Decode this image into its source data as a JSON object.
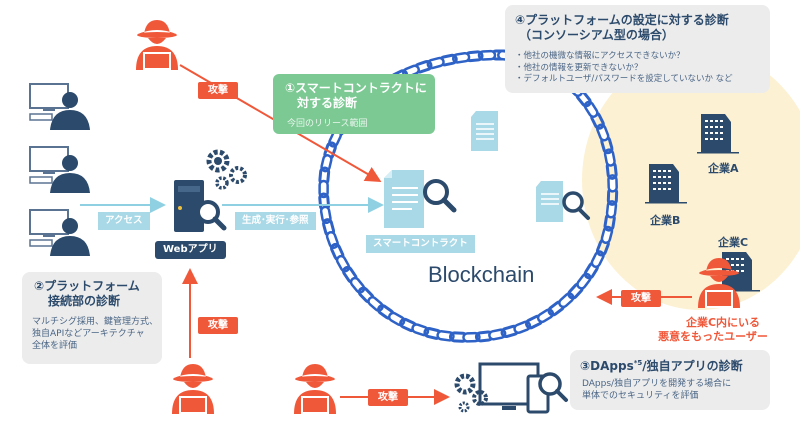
{
  "colors": {
    "navy": "#2c4a6b",
    "attack_red": "#f0583a",
    "flow_light_blue": "#8fd0e2",
    "chain_blue": "#2e62c6",
    "green_box": "#7cc993",
    "consortium_fill": "#fdf1d3",
    "box_gray": "#ececec"
  },
  "diagram": {
    "blockchain_label": "Blockchain",
    "webapp_label": "Webアプリ",
    "access_label": "アクセス",
    "generate_label": "生成･実行･参照",
    "smart_contract_label": "スマートコントラクト",
    "attack_label": "攻撃",
    "company_a": "企業A",
    "company_b": "企業B",
    "company_c": "企業C",
    "malicious_user_line1": "企業C内にいる",
    "malicious_user_line2": "悪意をもったユーザー"
  },
  "boxes": {
    "smart_contract": {
      "title_line1": "①スマートコントラクトに",
      "title_line2": "対する診断",
      "note": "今回のリリース範囲"
    },
    "platform_connection": {
      "title_line1": "②プラットフォーム",
      "title_line2": "接続部の診断",
      "body_line1": "マルチシグ採用、鍵管理方式、",
      "body_line2": "独自APIなどアーキテクチャ",
      "body_line3": "全体を評価"
    },
    "dapps": {
      "title": "③DApps",
      "title_sup": "*5",
      "title_rest": "/独自アプリの診断",
      "body_line1": "DApps/独自アプリを開発する場合に",
      "body_line2": "単体でのセキュリティを評価"
    },
    "platform_settings": {
      "title_line1": "④プラットフォームの設定に対する診断",
      "title_line2": "（コンソーシアム型の場合）",
      "items": [
        "・他社の機微な情報にアクセスできないか？",
        "・他社の情報を更新できないか？",
        "・デフォルトユーザ/パスワードを設定していないか など"
      ]
    }
  }
}
